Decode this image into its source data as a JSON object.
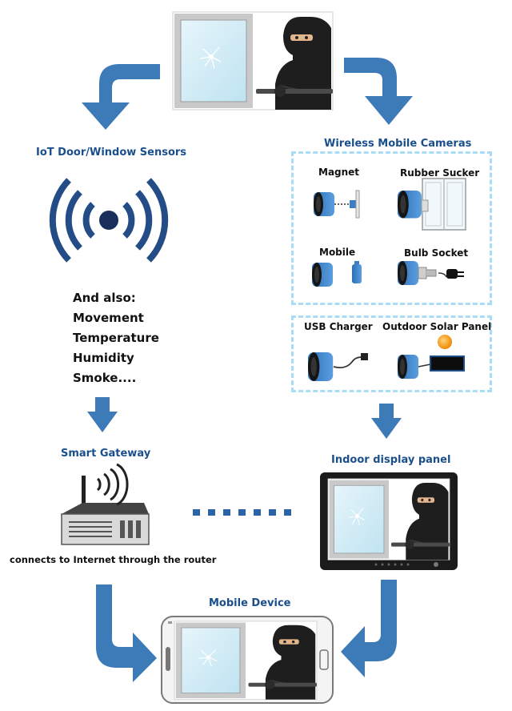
{
  "titles": {
    "sensors": "IoT Door/Window Sensors",
    "cameras": "Wireless Mobile Cameras",
    "gateway": "Smart Gateway",
    "display": "Indoor display panel",
    "mobile": "Mobile Device"
  },
  "also": {
    "heading": "And also:",
    "items": [
      "Movement",
      "Temperature",
      "Humidity",
      "Smoke...."
    ]
  },
  "camera_options": {
    "magnet": "Magnet",
    "rubber_sucker": "Rubber Sucker",
    "mobile": "Mobile",
    "bulb_socket": "Bulb Socket",
    "usb_charger": "USB Charger",
    "solar_panel": "Outdoor Solar Panel"
  },
  "gateway_caption": "connects to Internet through the router",
  "colors": {
    "arrow_blue": "#3d7ab8",
    "title_blue": "#1b4f8c",
    "dash_light": "#a9dcf5",
    "camera_blue": "#3a7fc6",
    "dots_blue": "#2b63a8"
  },
  "icons": [
    "window-scene-icon",
    "wireless-signal-icon",
    "router-icon",
    "display-panel-icon",
    "smartphone-icon",
    "camera-icon",
    "solar-panel-icon",
    "sun-icon"
  ]
}
